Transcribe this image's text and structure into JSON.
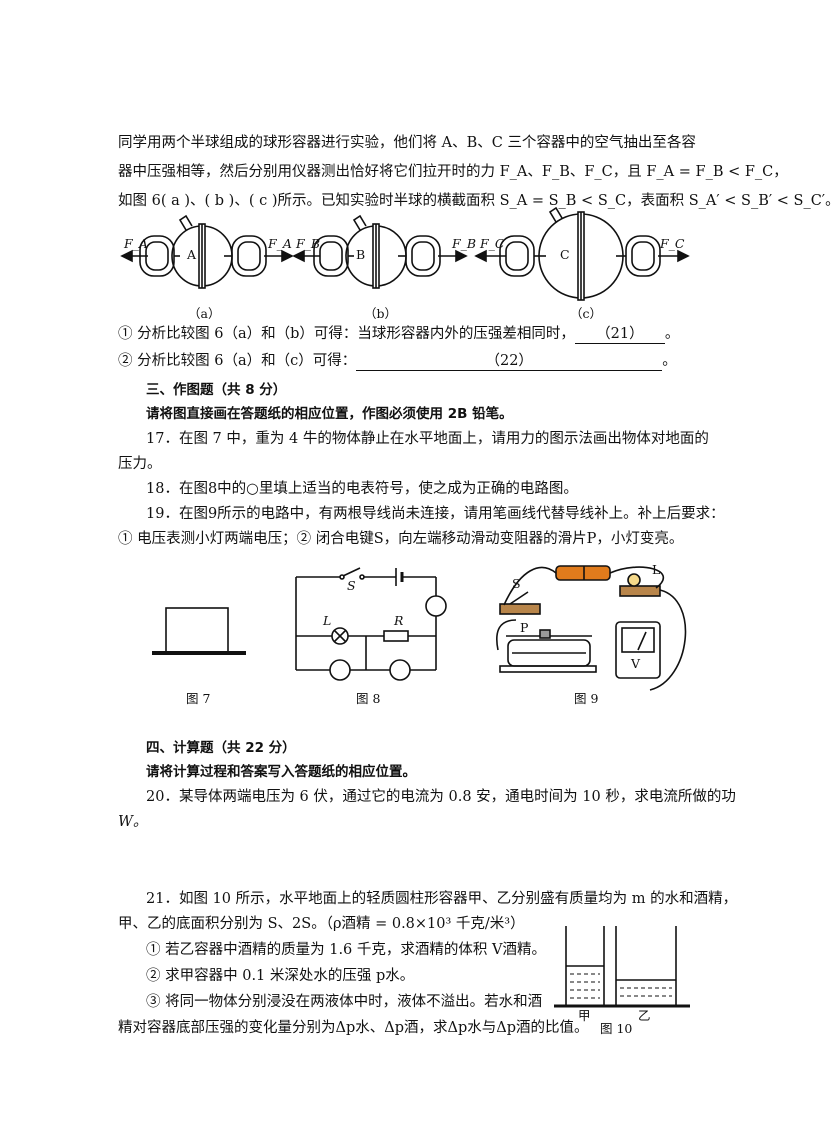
{
  "intro": {
    "line1": "同学用两个半球组成的球形容器进行实验，他们将 A、B、C 三个容器中的空气抽出至各容",
    "line2": "器中压强相等，然后分别用仪器测出恰好将它们拉开时的力 F_A、F_B、F_C，且 F_A = F_B < F_C，",
    "line3": "如图 6( a )、( b )、( c )所示。已知实验时半球的横截面积 S_A = S_B < S_C，表面积 S_A′ < S_B′ < S_C′。"
  },
  "fig6": {
    "labels": [
      "A",
      "B",
      "C"
    ],
    "captions": [
      "（a）",
      "（b）",
      "（c）"
    ],
    "forces": [
      "F_A",
      "F_A",
      "F_B",
      "F_B",
      "F_C",
      "F_C"
    ]
  },
  "q_analysis": {
    "item1_prefix": "①  分析比较图 6（a）和（b）可得：当球形容器内外的压强差相同时，",
    "item1_blank": "（21）",
    "item1_end": "。",
    "item2_prefix": "②  分析比较图 6（a）和（c）可得：",
    "item2_blank": "（22）",
    "item2_end": "。"
  },
  "section3": {
    "title": "三、作图题（共 8 分）",
    "instruction": "请将图直接画在答题纸的相应位置，作图必须使用 2B 铅笔。",
    "q17_line1": "17．在图 7 中，重为 4 牛的物体静止在水平地面上，请用力的图示法画出物体对地面的",
    "q17_line2": "压力。",
    "q18": "18．在图8中的○里填上适当的电表符号，使之成为正确的电路图。",
    "q19_line1": "19．在图9所示的电路中，有两根导线尚未连接，请用笔画线代替导线补上。补上后要求：",
    "q19_line2": "①  电压表测小灯两端电压；②  闭合电键S，向左端移动滑动变阻器的滑片P，小灯变亮。"
  },
  "figures": {
    "fig7_caption": "图 7",
    "fig8_caption": "图 8",
    "fig9_caption": "图 9",
    "fig8_labels": {
      "switch": "S",
      "lamp": "L",
      "resistor": "R"
    },
    "fig9_labels": {
      "switch": "S",
      "lamp": "L",
      "slider": "P",
      "meter": "V"
    }
  },
  "section4": {
    "title": "四、计算题（共 22 分）",
    "instruction": "请将计算过程和答案写入答题纸的相应位置。",
    "q20_line1": "20．某导体两端电压为 6 伏，通过它的电流为 0.8 安，通电时间为 10 秒，求电流所做的功",
    "q20_line2": "W。",
    "q21_line1": "21．如图 10 所示，水平地面上的轻质圆柱形容器甲、乙分别盛有质量均为 m 的水和酒精，",
    "q21_line2": "甲、乙的底面积分别为 S、2S。（ρ酒精 = 0.8×10³ 千克/米³）",
    "q21_item1": "①  若乙容器中酒精的质量为 1.6 千克，求酒精的体积 V酒精。",
    "q21_item2": "②  求甲容器中 0.1 米深处水的压强 p水。",
    "q21_item3_line1": "③  将同一物体分别浸没在两液体中时，液体不溢出。若水和酒",
    "q21_item3_line2": "精对容器底部压强的变化量分别为Δp水、Δp酒，求Δp水与Δp酒的比值。",
    "fig10_caption": "图 10",
    "fig10_labels": [
      "甲",
      "乙"
    ]
  }
}
